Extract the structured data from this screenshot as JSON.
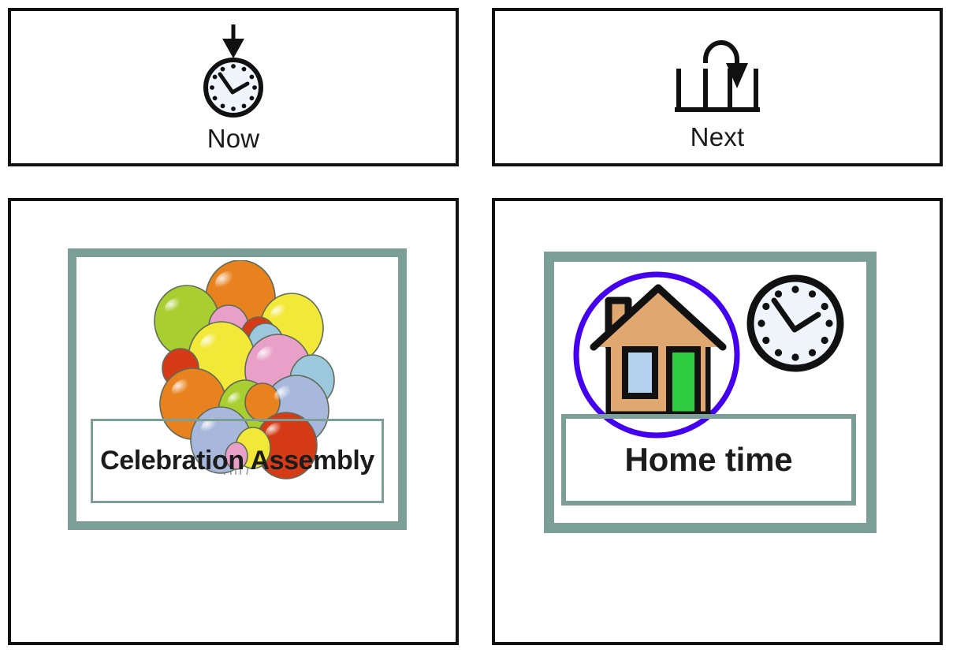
{
  "board": {
    "type": "now-and-next-visual-schedule",
    "background_color": "#ffffff",
    "panel_border_color": "#111111",
    "frame_color": "#7b9f96",
    "text_color": "#1c1c1c"
  },
  "columns": [
    {
      "key": "now",
      "header": {
        "label": "Now",
        "icon": "clock-down-arrow-icon",
        "icon_colors": {
          "outline": "#111111",
          "face": "#eff5fb"
        }
      },
      "activity": {
        "caption": "Celebration Assembly",
        "picture": "balloon-bunch-image",
        "frame_color": "#7b9f96",
        "caption_border_color": "#7b9f96",
        "picture_colors": {
          "green": "#a8ce30",
          "orange": "#e8821e",
          "pink": "#e8a0c8",
          "yellow": "#f2e838",
          "light_blue": "#9bc8dc",
          "periwinkle": "#a8b8dc",
          "red": "#d63b17"
        }
      }
    },
    {
      "key": "next",
      "header": {
        "label": "Next",
        "icon": "next-step-arrow-icon",
        "icon_colors": {
          "outline": "#111111"
        }
      },
      "activity": {
        "caption": "Home time",
        "picture": "house-and-clock-image",
        "frame_color": "#7b9f96",
        "caption_border_color": "#7b9f96",
        "picture_colors": {
          "circle": "#4400ee",
          "house_body": "#e0a870",
          "window": "#b5d2f0",
          "door": "#2ecc40",
          "outline": "#111111",
          "clock_face": "#eff5fb"
        }
      }
    }
  ]
}
